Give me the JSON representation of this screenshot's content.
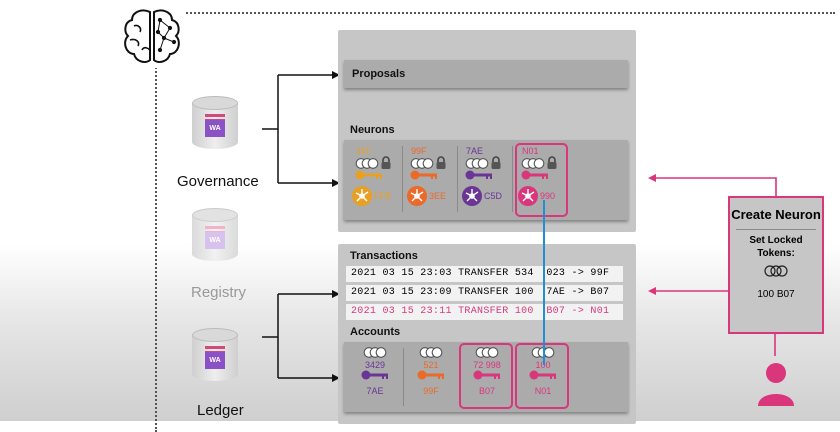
{
  "databases": {
    "governance": {
      "label": "Governance",
      "tag": "WA"
    },
    "registry": {
      "label": "Registry",
      "tag": "WA"
    },
    "ledger": {
      "label": "Ledger",
      "tag": "WA"
    }
  },
  "sections": {
    "proposals": "Proposals",
    "neurons": "Neurons",
    "transactions": "Transactions",
    "accounts": "Accounts"
  },
  "neurons": [
    {
      "id": "31F",
      "controller": "FFB",
      "color": "#e8a024"
    },
    {
      "id": "99F",
      "controller": "3EE",
      "color": "#ea6a2a"
    },
    {
      "id": "7AE",
      "controller": "C5D",
      "color": "#6a3595"
    },
    {
      "id": "N01",
      "controller": "990",
      "color": "#d9367c"
    }
  ],
  "transactions": [
    {
      "text": "2021 03 15 23:03 TRANSFER 534  023 -> 99F",
      "highlight": false
    },
    {
      "text": "2021 03 15 23:09 TRANSFER 100  7AE -> B07",
      "highlight": false
    },
    {
      "text": "2021 03 15 23:11 TRANSFER 100  B07 -> N01",
      "highlight": true
    }
  ],
  "accounts": [
    {
      "amount": "3429",
      "owner": "7AE",
      "color": "#6a3595"
    },
    {
      "amount": "521",
      "owner": "99F",
      "color": "#ea6a2a"
    },
    {
      "amount": "72 998",
      "owner": "B07",
      "color": "#d9367c"
    },
    {
      "amount": "100",
      "owner": "N01",
      "color": "#d9367c"
    }
  ],
  "create_card": {
    "title": "Create Neuron",
    "subtitle": "Set Locked Tokens:",
    "value": "100 B07"
  },
  "colors": {
    "accent": "#d9367c",
    "panel": "#c6c6c6",
    "bar": "#ababab"
  }
}
